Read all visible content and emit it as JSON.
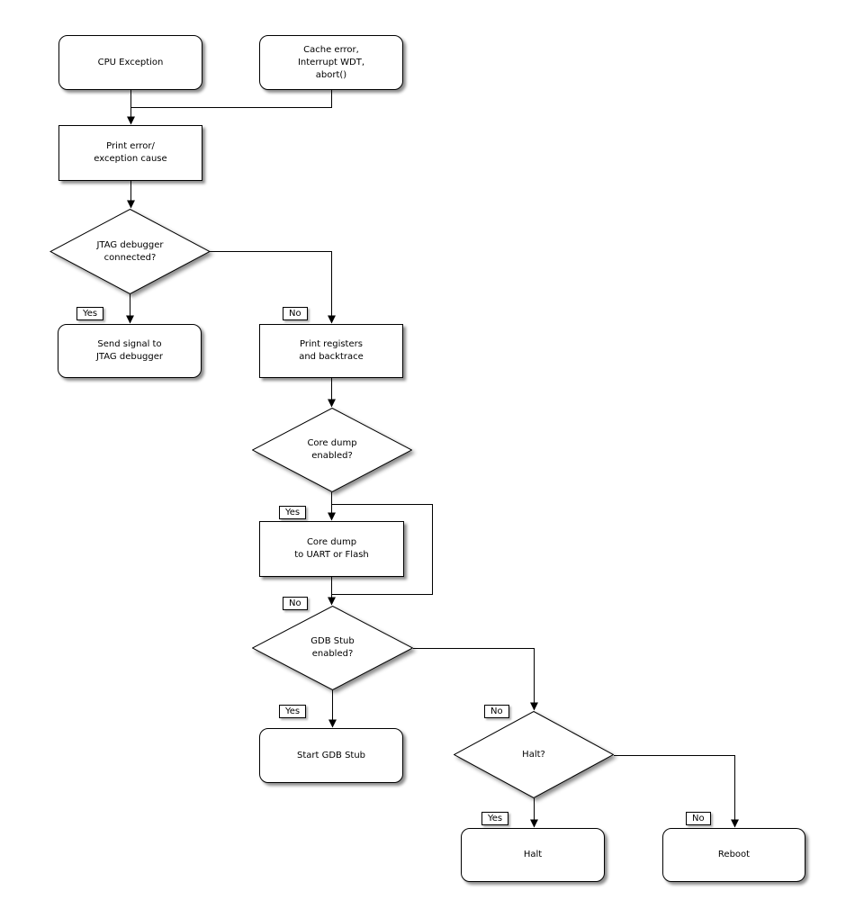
{
  "diagram": {
    "background_color": "#ffffff",
    "line_color": "#000000",
    "node_fill_color": "#ffffff",
    "text_color": "#000000",
    "nodes": {
      "cpu_exception": {
        "type": "terminal",
        "label": "CPU Exception"
      },
      "cache_error": {
        "type": "terminal",
        "label": "Cache error,\nInterrupt WDT,\nabort()"
      },
      "print_error": {
        "type": "process",
        "label": "Print error/\nexception cause"
      },
      "jtag_connected": {
        "type": "decision",
        "label": "JTAG debugger\nconnected?"
      },
      "send_signal": {
        "type": "terminal",
        "label": "Send signal to\nJTAG debugger"
      },
      "print_registers": {
        "type": "process",
        "label": "Print registers\nand backtrace"
      },
      "core_dump_enabled": {
        "type": "decision",
        "label": "Core dump\nenabled?"
      },
      "core_dump": {
        "type": "process",
        "label": "Core dump\nto UART or Flash"
      },
      "gdb_enabled": {
        "type": "decision",
        "label": "GDB Stub\nenabled?"
      },
      "start_gdb": {
        "type": "terminal",
        "label": "Start GDB Stub"
      },
      "halt_question": {
        "type": "decision",
        "label": "Halt?"
      },
      "halt": {
        "type": "terminal",
        "label": "Halt"
      },
      "reboot": {
        "type": "terminal",
        "label": "Reboot"
      }
    },
    "edge_labels": {
      "jtag_yes": "Yes",
      "jtag_no": "No",
      "coredump_yes": "Yes",
      "coredump_no": "No",
      "gdb_yes": "Yes",
      "gdb_no": "No",
      "halt_yes": "Yes",
      "halt_no": "No"
    },
    "connections": [
      "cpu_exception -> print_error",
      "cache_error -> print_error",
      "print_error -> jtag_connected",
      "jtag_connected -Yes-> send_signal",
      "jtag_connected -No-> print_registers",
      "print_registers -> core_dump_enabled",
      "core_dump_enabled -Yes-> core_dump",
      "core_dump_enabled -No-> gdb_enabled",
      "core_dump -> gdb_enabled",
      "gdb_enabled -Yes-> start_gdb",
      "gdb_enabled -No-> halt_question",
      "halt_question -Yes-> halt",
      "halt_question -No-> reboot"
    ]
  }
}
